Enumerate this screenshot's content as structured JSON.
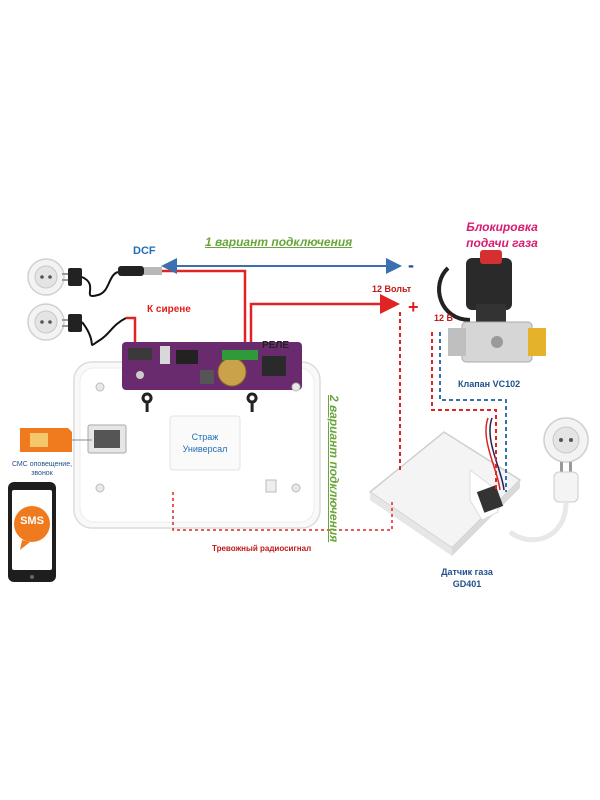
{
  "labels": {
    "variant1": "1 вариант подключения",
    "variant2": "2 вариант подключения",
    "dcf": "DCF",
    "siren": "К сирене",
    "relay": "РЕЛЕ",
    "minus": "-",
    "plus": "+",
    "volt12": "12 Вольт",
    "v12short": "12 В",
    "blocking_line1": "Блокировка",
    "blocking_line2": "подачи газа",
    "valve": "Клапан VC102",
    "panel_line1": "Страж",
    "panel_line2": "Универсал",
    "sms_line1": "СМС оповещение,",
    "sms_line2": "звонок",
    "sms_screen": "SMS",
    "alarm_signal": "Тревожный радиосигнал",
    "detector_line1": "Датчик газа",
    "detector_line2": "GD401"
  },
  "colors": {
    "variant1": "#6aa53c",
    "variant2": "#6aa53c",
    "dcf": "#1f6fb5",
    "siren": "#e01e1e",
    "blocking": "#d81b73",
    "panel_text": "#1f6fb5",
    "info_text": "#1f4f8b",
    "blue_wire": "#3a6fb0",
    "red_wire": "#e02424"
  },
  "icons": [
    "power-socket-icon",
    "power-adapter-icon",
    "sim-card-icon",
    "smartphone-icon",
    "gas-valve-icon",
    "gas-detector-icon",
    "control-panel-icon"
  ]
}
